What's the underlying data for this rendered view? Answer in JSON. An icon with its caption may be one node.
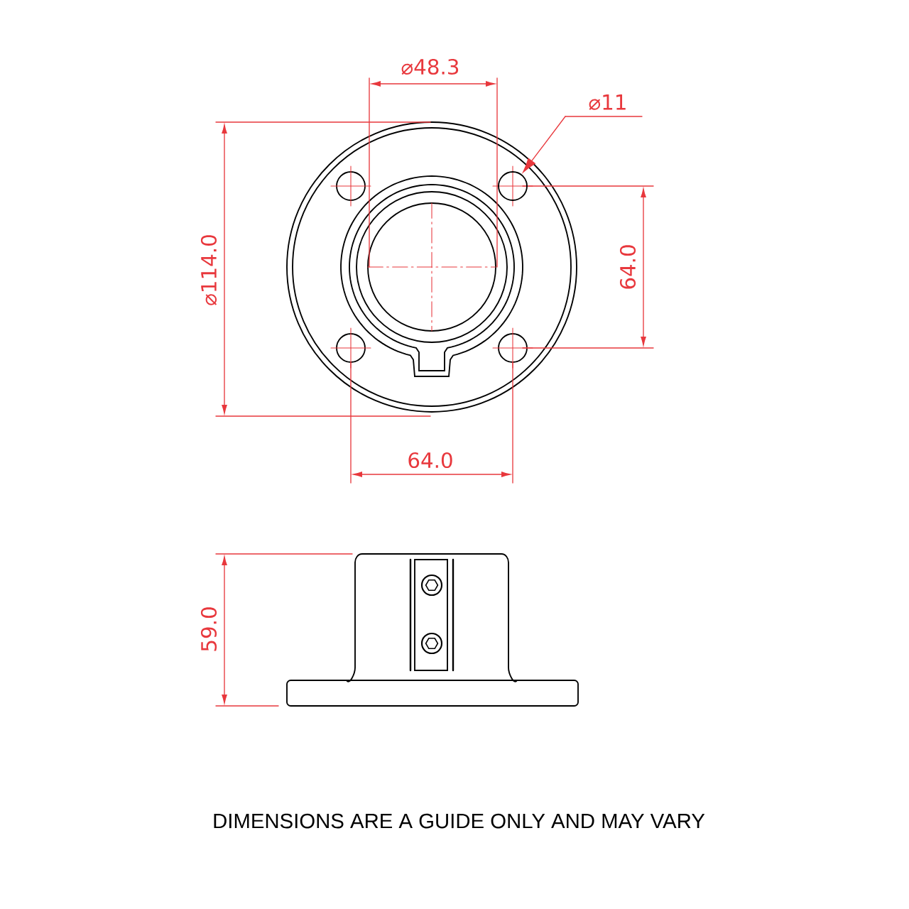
{
  "diagram": {
    "caption": "DIMENSIONS ARE A GUIDE ONLY AND MAY VARY",
    "nodes": [
      {
        "text": [
          "⌀11"
        ]
      },
      {
        "text": [],
        "shape": "circle"
      }
    ],
    "edges": [
      {
        "from": 0,
        "to": 1,
        "arrow": "to"
      }
    ],
    "labels": [
      "⌀48.3",
      "⌀114.0",
      "64.0",
      "64.0",
      "59.0"
    ]
  }
}
